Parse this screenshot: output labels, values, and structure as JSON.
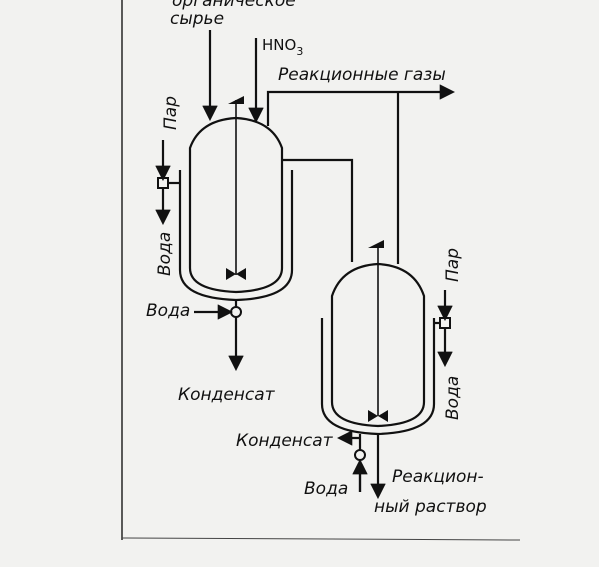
{
  "labels": {
    "feed_top": "органическое",
    "feed_bottom": "сырье",
    "acid": "HNO",
    "acid_sub": "3",
    "reaction_gases": "Реакционные газы",
    "steam_left": "Пар",
    "water_left_jacket": "Вода",
    "water_left_inlet": "Вода",
    "condensate_left": "Конденсат",
    "steam_right": "Пар",
    "water_right_jacket": "Вода",
    "condensate_right": "Конденсат",
    "water_right_inlet": "Вода",
    "product_line1": "Реакцион-",
    "product_line2": "ный раствор"
  },
  "colors": {
    "ink": "#111111",
    "paper": "#f2f2f0"
  }
}
